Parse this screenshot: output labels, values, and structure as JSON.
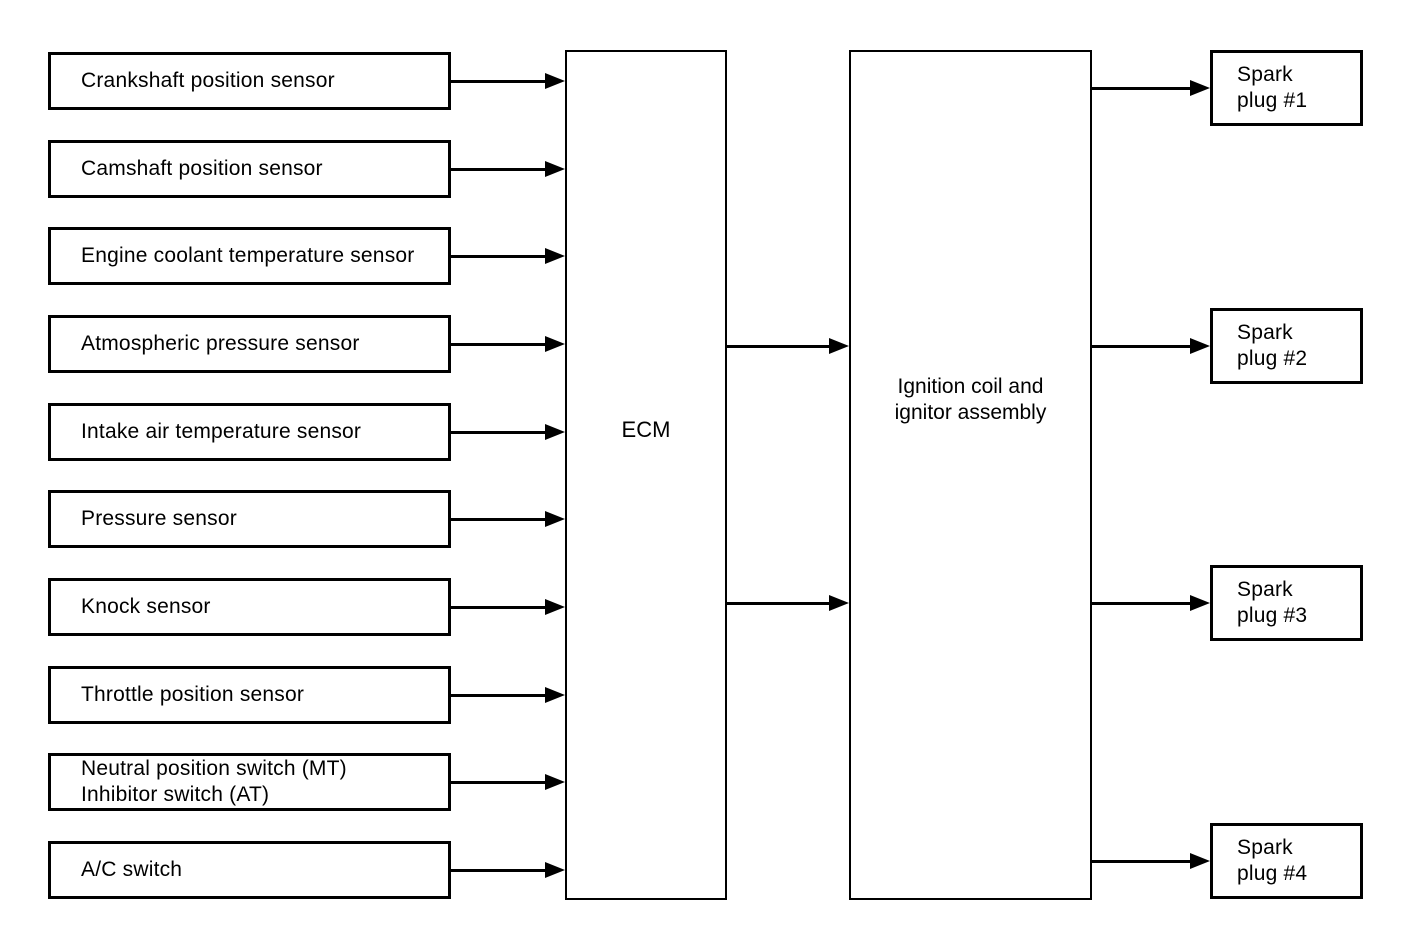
{
  "diagram": {
    "type": "block-diagram",
    "colors": {
      "background": "#ffffff",
      "line": "#000000",
      "text": "#000000"
    },
    "inputs": [
      {
        "label": "Crankshaft position sensor"
      },
      {
        "label": "Camshaft position sensor"
      },
      {
        "label": "Engine coolant temperature sensor"
      },
      {
        "label": "Atmospheric pressure sensor"
      },
      {
        "label": "Intake air temperature sensor"
      },
      {
        "label": "Pressure sensor"
      },
      {
        "label": "Knock sensor"
      },
      {
        "label": "Throttle position sensor"
      },
      {
        "label": "Neutral position switch (MT)",
        "label2": "Inhibitor switch (AT)"
      },
      {
        "label": "A/C switch"
      }
    ],
    "ecm": {
      "label": "ECM"
    },
    "ignition_assembly": {
      "line1": "Ignition coil and",
      "line2": "ignitor assembly"
    },
    "spark_plugs": [
      {
        "line1": "Spark",
        "line2": "plug #1"
      },
      {
        "line1": "Spark",
        "line2": "plug #2"
      },
      {
        "line1": "Spark",
        "line2": "plug #3"
      },
      {
        "line1": "Spark",
        "line2": "plug #4"
      }
    ]
  }
}
